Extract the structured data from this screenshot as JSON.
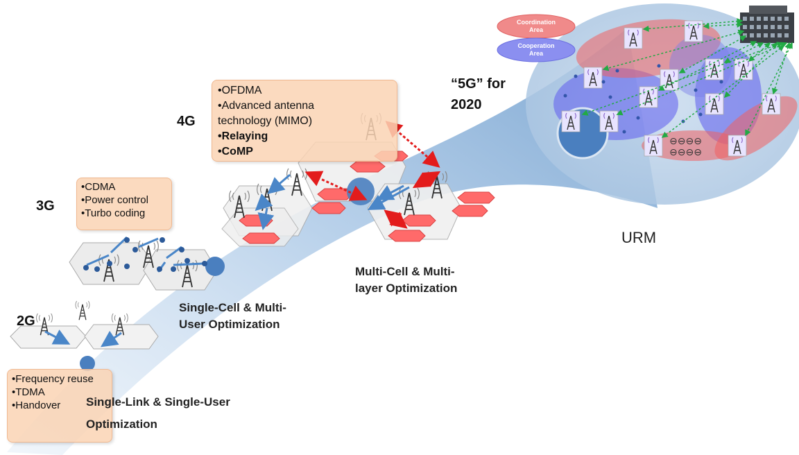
{
  "generations": {
    "g2": "2G",
    "g3": "3G",
    "g4": "4G",
    "g5": "“5G” for 2020"
  },
  "g5_lines": [
    "“5G” for",
    "2020"
  ],
  "features": {
    "g2": [
      "Frequency reuse",
      "TDMA",
      "Handover"
    ],
    "g3": [
      "CDMA",
      "Power control",
      "Turbo coding"
    ],
    "g4": [
      "OFDMA",
      "Advanced antenna technology (MIMO)",
      "Relaying",
      "CoMP"
    ]
  },
  "stages": {
    "single_link": "Single-Link & Single-User Optimization",
    "single_cell": "Single-Cell & Multi-User Optimization",
    "multi_cell": "Multi-Cell & Multi-layer Optimization"
  },
  "stage_lines": {
    "single_link": [
      "Single-Link & Single-User",
      "Optimization"
    ],
    "single_cell": [
      "Single-Cell & Multi-",
      "User Optimization"
    ],
    "multi_cell": [
      "Multi-Cell & Multi-",
      "layer Optimization"
    ]
  },
  "urm": "URM",
  "legend": {
    "coordination": [
      "Coordination",
      "Area"
    ],
    "cooperation": [
      "Cooperation",
      "Area"
    ]
  },
  "colors": {
    "arrow_band": "#a9c7e6",
    "relaying": "#4a86c8",
    "comp": "#e31c1c",
    "coordination_area": "#f08080",
    "cooperation_area": "#7b7fe8",
    "feature_box": "#fad4b4",
    "coordination_link": "#22aa44"
  }
}
